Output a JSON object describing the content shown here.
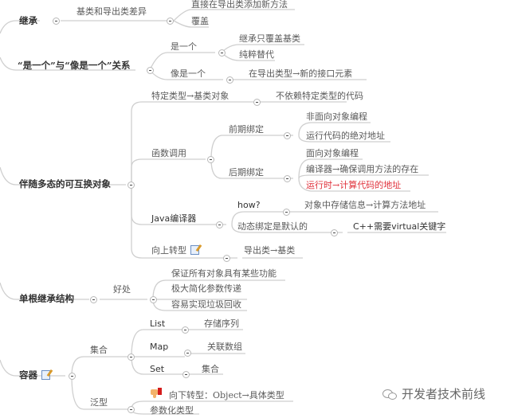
{
  "mindmap": {
    "branches": [
      {
        "label": "继承",
        "children": [
          {
            "label": "基类和导出类差异",
            "children": [
              {
                "label": "直接在导出类添加新方法"
              },
              {
                "label": "覆盖"
              }
            ]
          }
        ]
      },
      {
        "label": "“是一个”与“像是一个”关系",
        "children": [
          {
            "label": "是一个",
            "children": [
              {
                "label": "继承只覆盖基类"
              },
              {
                "label": "纯粹替代"
              }
            ]
          },
          {
            "label": "像是一个",
            "children": [
              {
                "label": "在导出类型→新的接口元素"
              }
            ]
          }
        ]
      },
      {
        "label": "伴随多态的可互换对象",
        "children": [
          {
            "label": "特定类型→基类对象",
            "children": [
              {
                "label": "不依赖特定类型的代码"
              }
            ]
          },
          {
            "label": "函数调用",
            "children": [
              {
                "label": "前期绑定",
                "children": [
                  {
                    "label": "非面向对象编程"
                  },
                  {
                    "label": "运行代码的绝对地址"
                  }
                ]
              },
              {
                "label": "后期绑定",
                "children": [
                  {
                    "label": "面向对象编程"
                  },
                  {
                    "label": "编译器→确保调用方法的存在"
                  },
                  {
                    "label": "运行时→计算代码的地址",
                    "highlight": "red"
                  }
                ]
              }
            ]
          },
          {
            "label": "Java编译器",
            "children": [
              {
                "label": "how?",
                "children": [
                  {
                    "label": "对象中存储信息→计算方法地址"
                  }
                ]
              },
              {
                "label": "动态绑定是默认的",
                "children": [
                  {
                    "label": "C++需要virtual关键字"
                  }
                ]
              }
            ]
          },
          {
            "label": "向上转型",
            "icon": "note-icon",
            "children": [
              {
                "label": "导出类→基类"
              }
            ]
          }
        ]
      },
      {
        "label": "单根继承结构",
        "children": [
          {
            "label": "好处",
            "children": [
              {
                "label": "保证所有对象具有某些功能"
              },
              {
                "label": "极大简化参数传递"
              },
              {
                "label": "容易实现垃圾回收"
              }
            ]
          }
        ]
      },
      {
        "label": "容器",
        "icon": "note-icon",
        "children": [
          {
            "label": "集合",
            "children": [
              {
                "label": "List",
                "children": [
                  {
                    "label": "存储序列"
                  }
                ]
              },
              {
                "label": "Map",
                "children": [
                  {
                    "label": "关联数组"
                  }
                ]
              },
              {
                "label": "Set",
                "children": [
                  {
                    "label": "集合"
                  }
                ]
              }
            ]
          },
          {
            "label": "泛型",
            "children": [
              {
                "label": "向下转型：Object→具体类型",
                "icon": "thumbs-down-icon"
              },
              {
                "label": "参数化类型"
              }
            ]
          }
        ]
      }
    ]
  },
  "watermark": {
    "text": "开发者技术前线",
    "icon": "wechat-icon"
  },
  "colors": {
    "line": "#cfcfcf",
    "text": "#5a5a5a",
    "bold_text": "#333333",
    "highlight": "#e0303a"
  }
}
